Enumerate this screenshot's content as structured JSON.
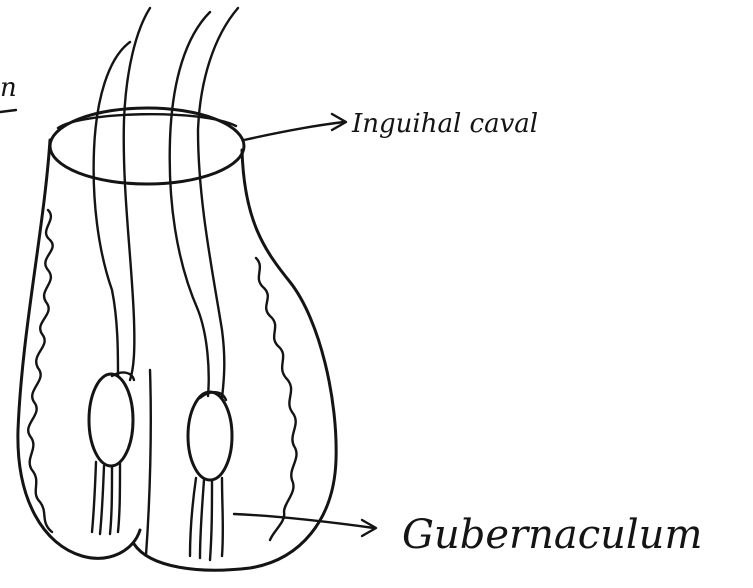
{
  "labels": {
    "inguinal": "Inguihal caval",
    "gubernaculum": "Gubernaculum",
    "corner_mark": "n"
  },
  "colors": {
    "ink": "#141414",
    "paper": "#ffffff"
  }
}
